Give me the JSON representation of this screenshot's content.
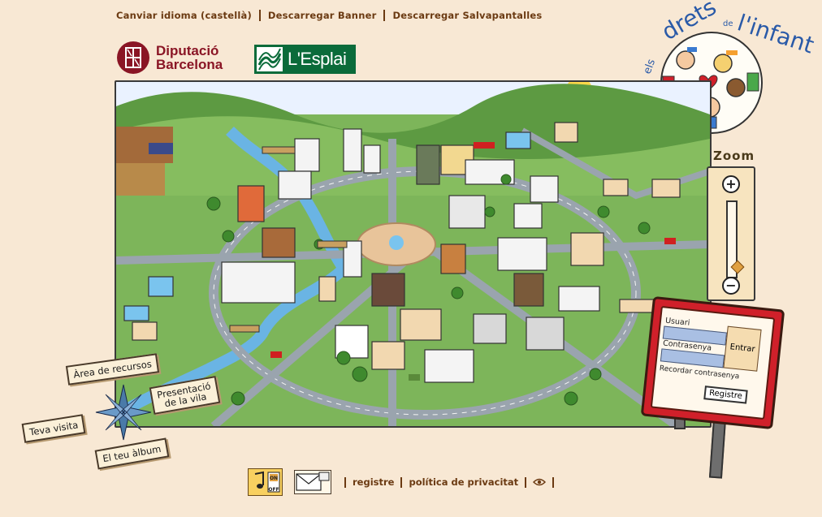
{
  "header_links": [
    "Canviar idioma (castellà)",
    "Descarregar Banner",
    "Descarregar Salvapantalles"
  ],
  "logos": {
    "diputacio_line1": "Diputació",
    "diputacio_line2": "Barcelona",
    "esplai": "L'Esplai"
  },
  "title": {
    "els": "els",
    "drets": "drets",
    "de": "de",
    "infant": "l'infant"
  },
  "zoom": {
    "label": "Zoom",
    "plus": "+",
    "minus": "−",
    "level": 0.12
  },
  "nav": {
    "area_recursos": "Àrea de recursos",
    "presentacio_line1": "Presentació",
    "presentacio_line2": "de la vila",
    "teva_visita": "Teva visita",
    "el_teu_album": "El teu àlbum"
  },
  "login": {
    "usuari_label": "Usuari",
    "contrasenya_label": "Contrasenya",
    "entrar": "Entrar",
    "recordar": "Recordar contrasenya",
    "registre": "Registre",
    "usuari_value": "",
    "contrasenya_value": ""
  },
  "sound_icon": {
    "on": "ON",
    "off": "OFF"
  },
  "footer_links": [
    "registre",
    "política de privacitat"
  ],
  "colors": {
    "background": "#f8e8d4",
    "link": "#6b3a12",
    "brand_red": "#8a1525",
    "esplai_green": "#0b6b3a",
    "sign_red": "#d0202a"
  }
}
